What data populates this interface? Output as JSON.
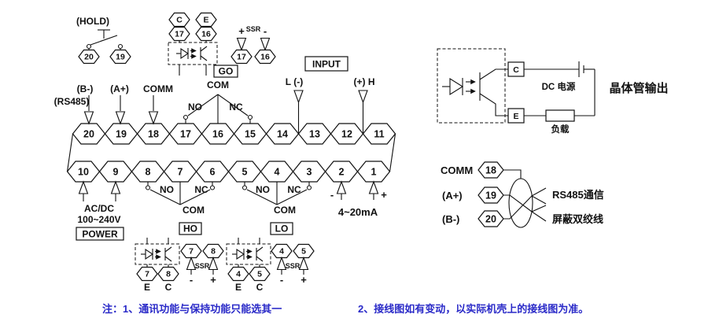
{
  "colors": {
    "line": "#111111",
    "note_blue": "#2a2ac8",
    "background": "#ffffff"
  },
  "strip": {
    "top_row": [
      "20",
      "19",
      "18",
      "17",
      "16",
      "15",
      "14",
      "13",
      "12",
      "11"
    ],
    "bottom_row": [
      "10",
      "9",
      "8",
      "7",
      "6",
      "5",
      "4",
      "3",
      "2",
      "1"
    ]
  },
  "top": {
    "hold_label": "(HOLD)",
    "hold_t20": "20",
    "hold_t19": "19",
    "rs485_label": "(RS485)",
    "b_minus": "(B-)",
    "a_plus": "(A+)",
    "comm": "COMM",
    "trans_c": "C",
    "trans_e": "E",
    "trans_t17": "17",
    "trans_t16": "16",
    "ssr_plus": "+",
    "ssr_label": "SSR",
    "ssr_minus": "-",
    "ssr_t17": "17",
    "ssr_t16": "16",
    "go_label": "GO",
    "relay_com": "COM",
    "relay_no": "NO",
    "relay_nc": "NC",
    "input_label": "INPUT",
    "l_minus": "L (-)",
    "plus_h": "(+) H"
  },
  "bottom": {
    "power_line1": "AC/DC",
    "power_line2": "100~240V",
    "power_label": "POWER",
    "ho": {
      "no": "NO",
      "nc": "NC",
      "com": "COM",
      "label": "HO"
    },
    "lo": {
      "no": "NO",
      "nc": "NC",
      "com": "COM",
      "label": "LO"
    },
    "ma_minus": "-",
    "ma_plus": "+",
    "ma_label": "4~20mA",
    "ho_trans": {
      "t7": "7",
      "t8": "8",
      "e": "E",
      "c": "C"
    },
    "ho_ssr": {
      "t7": "7",
      "t8": "8",
      "minus": "-",
      "plus": "+",
      "label": "SSR"
    },
    "lo_trans": {
      "t4": "4",
      "t5": "5",
      "e": "E",
      "c": "C"
    },
    "lo_ssr": {
      "t4": "4",
      "t5": "5",
      "minus": "-",
      "plus": "+",
      "label": "SSR"
    }
  },
  "right": {
    "c": "C",
    "e": "E",
    "dc_power": "DC 电源",
    "title": "晶体管输出",
    "load": "负载",
    "comm": "COMM",
    "a_plus": "(A+)",
    "b_minus": "(B-)",
    "t18": "18",
    "t19": "19",
    "t20": "20",
    "rs485_line1": "RS485通信",
    "rs485_line2": "屏蔽双绞线"
  },
  "notes": {
    "note1": "注：1、通讯功能与保持功能只能选其一",
    "note2": "2、接线图如有变动，以实际机壳上的接线图为准。"
  }
}
